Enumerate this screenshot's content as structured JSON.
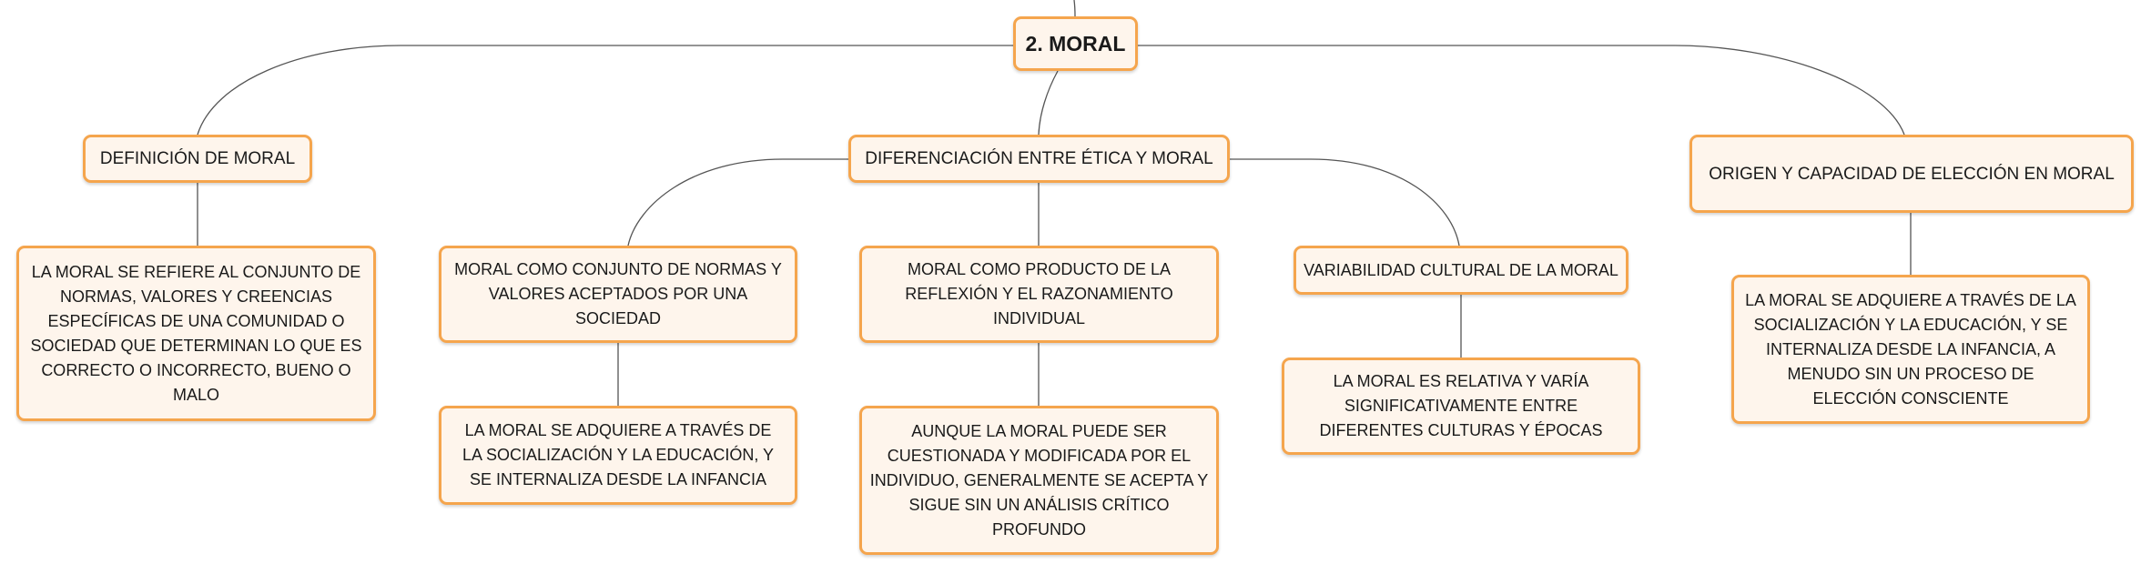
{
  "colors": {
    "node_fill": "#fef5ec",
    "node_border": "#f5a54d",
    "connector": "#555555"
  },
  "root": {
    "label": "2. MORAL"
  },
  "branches": {
    "definicion": {
      "label": "DEFINICIÓN DE MORAL",
      "detail": "LA MORAL SE REFIERE AL CONJUNTO DE NORMAS, VALORES Y CREENCIAS ESPECÍFICAS DE UNA COMUNIDAD O SOCIEDAD QUE DETERMINAN LO QUE ES CORRECTO O INCORRECTO, BUENO O MALO"
    },
    "diferenciacion": {
      "label": "DIFERENCIACIÓN ENTRE ÉTICA Y MORAL",
      "normas": {
        "label": "MORAL COMO CONJUNTO DE NORMAS Y VALORES ACEPTADOS POR UNA SOCIEDAD",
        "detail": "LA MORAL SE ADQUIERE A TRAVÉS DE LA SOCIALIZACIÓN Y LA EDUCACIÓN, Y SE INTERNALIZA DESDE LA INFANCIA"
      },
      "reflexion": {
        "label": "MORAL COMO PRODUCTO DE LA REFLEXIÓN Y EL RAZONAMIENTO INDIVIDUAL",
        "detail": "AUNQUE LA MORAL PUEDE SER CUESTIONADA Y MODIFICADA POR EL INDIVIDUO, GENERALMENTE SE ACEPTA Y SIGUE SIN UN ANÁLISIS CRÍTICO PROFUNDO"
      },
      "variabilidad": {
        "label": "VARIABILIDAD CULTURAL DE LA MORAL",
        "detail": "LA MORAL ES RELATIVA Y VARÍA SIGNIFICATIVAMENTE ENTRE DIFERENTES CULTURAS Y ÉPOCAS"
      }
    },
    "origen": {
      "label": "ORIGEN Y CAPACIDAD DE ELECCIÓN EN MORAL",
      "detail": "LA MORAL SE ADQUIERE A TRAVÉS DE LA SOCIALIZACIÓN Y LA EDUCACIÓN, Y SE INTERNALIZA DESDE LA INFANCIA, A MENUDO SIN UN PROCESO DE ELECCIÓN CONSCIENTE"
    }
  }
}
